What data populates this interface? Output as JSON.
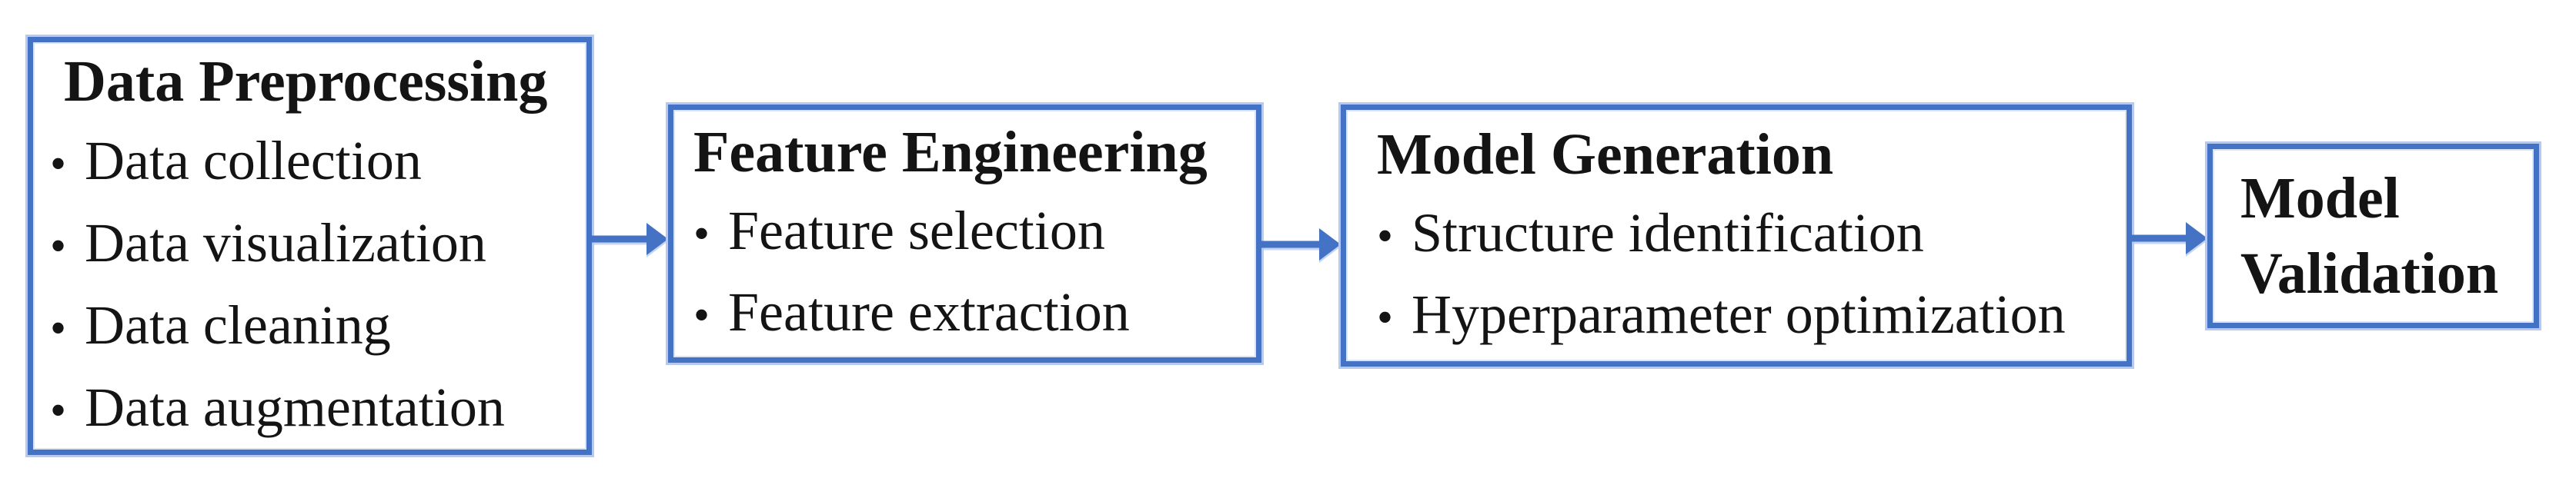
{
  "diagram": {
    "type": "flowchart",
    "direction": "left-to-right",
    "stages": [
      {
        "title": "Data Preprocessing",
        "bullets": [
          "Data collection",
          "Data visualization",
          "Data cleaning",
          "Data augmentation"
        ]
      },
      {
        "title": "Feature Engineering",
        "bullets": [
          "Feature selection",
          "Feature extraction"
        ]
      },
      {
        "title": "Model Generation",
        "bullets": [
          "Structure identification",
          "Hyperparameter optimization"
        ]
      },
      {
        "title": "Model Validation",
        "bullets": []
      }
    ],
    "connectors": [
      {
        "from": "Data Preprocessing",
        "to": "Feature Engineering"
      },
      {
        "from": "Feature Engineering",
        "to": "Model Generation"
      },
      {
        "from": "Model Generation",
        "to": "Model Validation"
      }
    ]
  },
  "ui": {
    "bullet_char": "•"
  },
  "colors": {
    "border_blue": "#4472C4",
    "halo_blue": "#b7c9ee",
    "text": "#141414",
    "background": "#ffffff"
  }
}
